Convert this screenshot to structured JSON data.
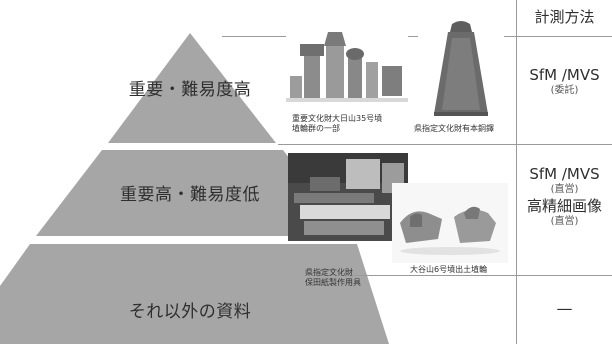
{
  "header": {
    "method_title": "計測方法"
  },
  "pyramid": {
    "levels": [
      {
        "label": "重要・難易度高"
      },
      {
        "label": "重要高・難易度低"
      },
      {
        "label": "それ以外の資料"
      }
    ],
    "fill_color": "#a6a6a6"
  },
  "methods": {
    "top": {
      "main": "SfM /MVS",
      "sub": "(委託)"
    },
    "middle": {
      "main": "SfM /MVS",
      "sub": "(直営)",
      "main2": "高精細画像",
      "sub2": "(直営)"
    },
    "bottom": {
      "main": "—"
    }
  },
  "photos": {
    "haniwa_group": {
      "caption_line1": "重要文化財大日山35号墳",
      "caption_line2": "埴輪群の一部"
    },
    "bronze_bell": {
      "caption": "県指定文化財有本銅鐸"
    },
    "paper_tools": {
      "caption_line1": "県指定文化財",
      "caption_line2": "保田紙製作用具"
    },
    "otaniyama_haniwa": {
      "caption": "大谷山6号墳出土埴輪"
    }
  }
}
